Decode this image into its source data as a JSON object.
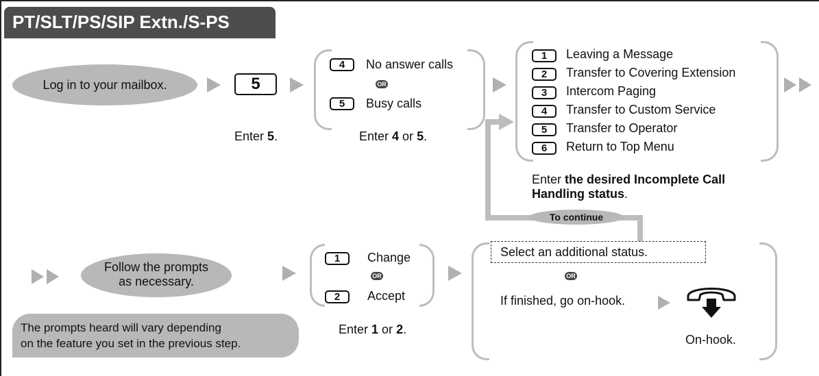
{
  "header": {
    "title": "PT/SLT/PS/SIP Extn./S-PS"
  },
  "or_badge": "OR",
  "colors": {
    "tab": "#4d4d4d",
    "bubble": "#b8b8b8",
    "arrow": "#b0b0b0",
    "connector": "#bdbdbd"
  },
  "row1": {
    "login_bubble": "Log in to your mailbox.",
    "step_key": "5",
    "step_caption": {
      "pre": "Enter ",
      "bold": "5",
      "post": "."
    },
    "call_types": [
      {
        "key": "4",
        "label": "No answer calls"
      },
      {
        "key": "5",
        "label": "Busy calls"
      }
    ],
    "call_caption": {
      "pre": "Enter ",
      "bold1": "4",
      "mid": " or ",
      "bold2": "5",
      "post": "."
    },
    "statuses": [
      {
        "key": "1",
        "label": "Leaving a Message"
      },
      {
        "key": "2",
        "label": "Transfer to Covering Extension"
      },
      {
        "key": "3",
        "label": "Intercom Paging"
      },
      {
        "key": "4",
        "label": "Transfer to Custom Service"
      },
      {
        "key": "5",
        "label": "Transfer to Operator"
      },
      {
        "key": "6",
        "label": "Return to Top Menu"
      }
    ],
    "status_caption": {
      "pre": "Enter ",
      "bold": "the desired Incomplete Call Handling status",
      "post": "."
    },
    "continue_label": "To continue"
  },
  "row2": {
    "prompt_bubble": {
      "line1": "Follow the prompts",
      "line2": "as necessary."
    },
    "prompt_note": {
      "line1": "The prompts heard will vary depending",
      "line2": "on the feature you set in the previous step."
    },
    "choices": [
      {
        "key": "1",
        "label": "Change"
      },
      {
        "key": "2",
        "label": "Accept"
      }
    ],
    "choice_caption": {
      "pre": "Enter ",
      "bold1": "1",
      "mid": " or ",
      "bold2": "2",
      "post": "."
    },
    "select_additional": "Select an additional status.",
    "if_finished": "If finished, go on-hook.",
    "onhook_label": "On-hook."
  }
}
